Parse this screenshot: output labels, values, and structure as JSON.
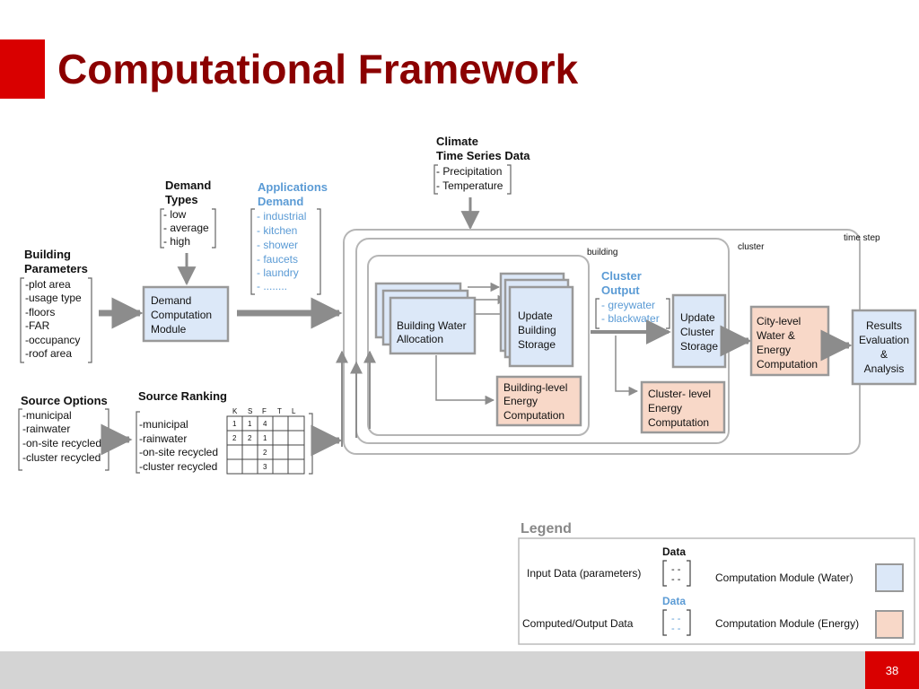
{
  "title": "Computational Framework",
  "page_number": "38",
  "colors": {
    "title": "#8b0000",
    "accent_red": "#d90000",
    "water_fill": "#dce8f8",
    "energy_fill": "#f8d8c8",
    "blue_text": "#5b9bd5",
    "gray_border": "#999999"
  },
  "climate": {
    "title_line1": "Climate",
    "title_line2": "Time Series Data",
    "items": [
      "- Precipitation",
      "- Temperature"
    ]
  },
  "demand_types": {
    "title_line1": "Demand",
    "title_line2": "Types",
    "items": [
      "- low",
      "- average",
      "- high"
    ]
  },
  "applications_demand": {
    "title_line1": "Applications",
    "title_line2": "Demand",
    "items": [
      "- industrial",
      "- kitchen",
      "- shower",
      "- faucets",
      "- laundry",
      "- ........"
    ]
  },
  "building_parameters": {
    "title_line1": "Building",
    "title_line2": "Parameters",
    "items": [
      "-plot area",
      "-usage type",
      "-floors",
      "-FAR",
      "-occupancy",
      "-roof area"
    ]
  },
  "source_options": {
    "title": "Source Options",
    "items": [
      "-municipal",
      "-rainwater",
      "-on-site recycled",
      "-cluster recycled"
    ]
  },
  "source_ranking": {
    "title": "Source Ranking",
    "items": [
      "-municipal",
      "-rainwater",
      "-on-site recycled",
      "-cluster recycled"
    ],
    "headers": [
      "K",
      "S",
      "F",
      "T",
      "L"
    ],
    "grid": [
      [
        "1",
        "1",
        "4",
        "",
        ""
      ],
      [
        "2",
        "2",
        "1",
        "",
        ""
      ],
      [
        "",
        "",
        "2",
        "",
        ""
      ],
      [
        "",
        "",
        "3",
        "",
        ""
      ]
    ]
  },
  "containers": {
    "time_step": "time step",
    "cluster": "cluster",
    "building": "building"
  },
  "modules": {
    "demand_computation": [
      "Demand",
      "Computation",
      "Module"
    ],
    "building_water_allocation": [
      "Building Water",
      "Allocation"
    ],
    "update_building_storage": [
      "Update",
      "Building",
      "Storage"
    ],
    "building_energy": [
      "Building-level",
      "Energy",
      "Computation"
    ],
    "update_cluster_storage": [
      "Update",
      "Cluster",
      "Storage"
    ],
    "cluster_energy": [
      "Cluster- level",
      "Energy",
      "Computation"
    ],
    "city_level": [
      "City-level",
      "Water &",
      "Energy",
      "Computation"
    ],
    "results": [
      "Results",
      "Evaluation",
      "&",
      "Analysis"
    ]
  },
  "cluster_output": {
    "title_line1": "Cluster",
    "title_line2": "Output",
    "items": [
      "- greywater",
      "- blackwater"
    ]
  },
  "legend": {
    "title": "Legend",
    "input_label": "Input Data (parameters)",
    "output_label": "Computed/Output Data",
    "data_label": "Data",
    "water_label": "Computation Module (Water)",
    "energy_label": "Computation Module (Energy)"
  }
}
